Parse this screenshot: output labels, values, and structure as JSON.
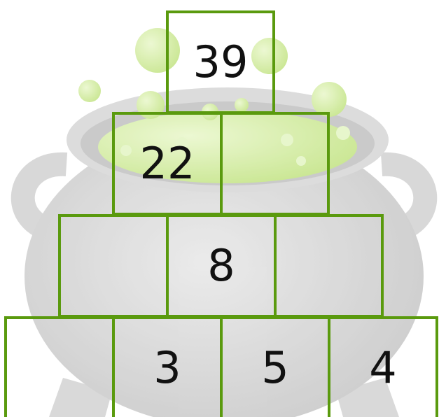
{
  "colors": {
    "border": "#5a9a0e",
    "cauldron": "#c8c8c8",
    "potion": "#b8e07a",
    "text": "#111111"
  },
  "icons": [
    "cauldron-icon",
    "bubble-icon"
  ],
  "pyramid": {
    "rows": [
      {
        "cells": [
          "39"
        ]
      },
      {
        "cells": [
          "22",
          ""
        ]
      },
      {
        "cells": [
          "",
          "8",
          ""
        ]
      },
      {
        "cells": [
          "",
          "3",
          "5",
          "4"
        ]
      }
    ]
  }
}
